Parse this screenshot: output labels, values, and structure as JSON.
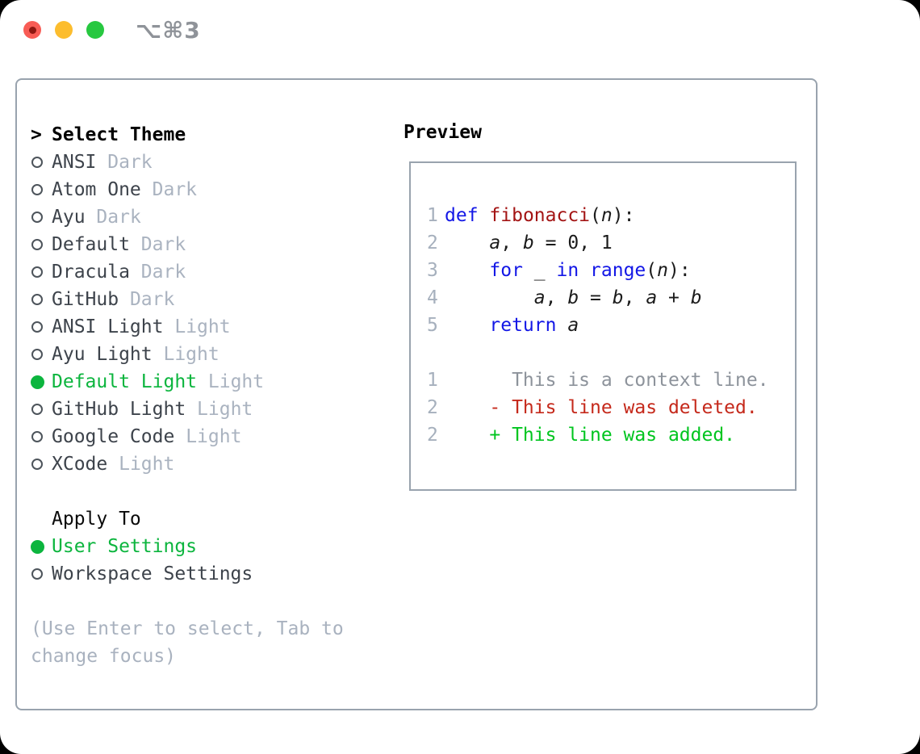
{
  "titlebar": {
    "shortcut": "⌥⌘3",
    "traffic_lights": [
      "close",
      "minimize",
      "zoom"
    ]
  },
  "theme_selector": {
    "prompt": ">",
    "title": "Select Theme",
    "items": [
      {
        "name": "ANSI",
        "variant": "Dark",
        "selected": false
      },
      {
        "name": "Atom One",
        "variant": "Dark",
        "selected": false
      },
      {
        "name": "Ayu",
        "variant": "Dark",
        "selected": false
      },
      {
        "name": "Default",
        "variant": "Dark",
        "selected": false
      },
      {
        "name": "Dracula",
        "variant": "Dark",
        "selected": false
      },
      {
        "name": "GitHub",
        "variant": "Dark",
        "selected": false
      },
      {
        "name": "ANSI Light",
        "variant": "Light",
        "selected": false
      },
      {
        "name": "Ayu Light",
        "variant": "Light",
        "selected": false
      },
      {
        "name": "Default Light",
        "variant": "Light",
        "selected": true
      },
      {
        "name": "GitHub Light",
        "variant": "Light",
        "selected": false
      },
      {
        "name": "Google Code",
        "variant": "Light",
        "selected": false
      },
      {
        "name": "XCode",
        "variant": "Light",
        "selected": false
      }
    ]
  },
  "apply_to": {
    "title": "Apply To",
    "options": [
      {
        "label": "User Settings",
        "selected": true
      },
      {
        "label": "Workspace Settings",
        "selected": false
      }
    ]
  },
  "hint": "(Use Enter to select, Tab to change focus)",
  "preview": {
    "title": "Preview",
    "code_lines": [
      {
        "num": "1",
        "tokens": [
          {
            "t": "def",
            "c": "kw"
          },
          {
            "t": " ",
            "c": "plain"
          },
          {
            "t": "fibonacci",
            "c": "fn"
          },
          {
            "t": "(",
            "c": "plain"
          },
          {
            "t": "n",
            "c": "var"
          },
          {
            "t": "):",
            "c": "plain"
          }
        ]
      },
      {
        "num": "2",
        "tokens": [
          {
            "t": "    ",
            "c": "plain"
          },
          {
            "t": "a",
            "c": "var"
          },
          {
            "t": ", ",
            "c": "plain"
          },
          {
            "t": "b",
            "c": "var"
          },
          {
            "t": " = 0, 1",
            "c": "plain"
          }
        ]
      },
      {
        "num": "3",
        "tokens": [
          {
            "t": "    ",
            "c": "plain"
          },
          {
            "t": "for",
            "c": "kw"
          },
          {
            "t": " _ ",
            "c": "plain"
          },
          {
            "t": "in",
            "c": "kw"
          },
          {
            "t": " ",
            "c": "plain"
          },
          {
            "t": "range",
            "c": "kw"
          },
          {
            "t": "(",
            "c": "plain"
          },
          {
            "t": "n",
            "c": "var"
          },
          {
            "t": "):",
            "c": "plain"
          }
        ]
      },
      {
        "num": "4",
        "tokens": [
          {
            "t": "        ",
            "c": "plain"
          },
          {
            "t": "a",
            "c": "var"
          },
          {
            "t": ", ",
            "c": "plain"
          },
          {
            "t": "b",
            "c": "var"
          },
          {
            "t": " = ",
            "c": "plain"
          },
          {
            "t": "b",
            "c": "var"
          },
          {
            "t": ", ",
            "c": "plain"
          },
          {
            "t": "a",
            "c": "var"
          },
          {
            "t": " + ",
            "c": "plain"
          },
          {
            "t": "b",
            "c": "var"
          }
        ]
      },
      {
        "num": "5",
        "tokens": [
          {
            "t": "    ",
            "c": "plain"
          },
          {
            "t": "return",
            "c": "kw"
          },
          {
            "t": " ",
            "c": "plain"
          },
          {
            "t": "a",
            "c": "var"
          }
        ]
      }
    ],
    "diff_lines": [
      {
        "num": "1",
        "marker": "",
        "text": "This is a context line.",
        "type": "context"
      },
      {
        "num": "2",
        "marker": "-",
        "text": "This line was deleted.",
        "type": "deleted"
      },
      {
        "num": "2",
        "marker": "+",
        "text": "This line was added.",
        "type": "added"
      }
    ]
  },
  "colors": {
    "accent_green": "#0cb53e",
    "diff_added": "#00c51f",
    "diff_deleted": "#c5291b",
    "diff_context": "#8d939b",
    "keyword_blue": "#1317e6",
    "function_red": "#a31414",
    "line_number_gray": "#a6b0bd",
    "muted_gray": "#aab3c0",
    "border_gray": "#99a3ae",
    "traffic_red": "#f85c55",
    "traffic_yellow": "#fcbd2e",
    "traffic_green": "#27c840"
  }
}
